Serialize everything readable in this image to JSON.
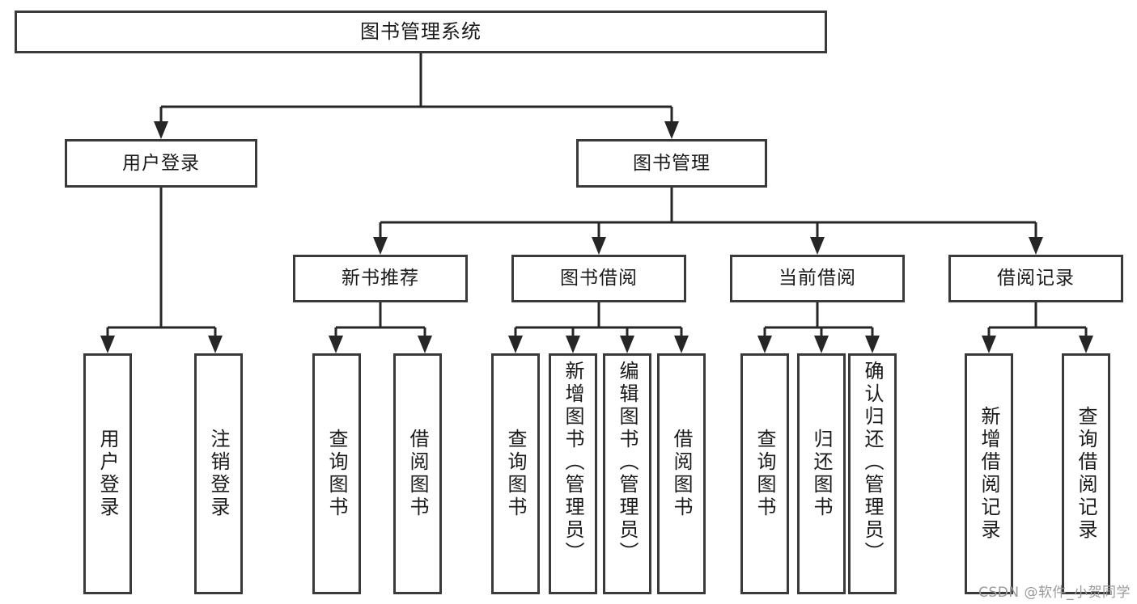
{
  "diagram": {
    "type": "tree-hierarchy",
    "title": "图书管理系统",
    "root": {
      "label": "图书管理系统"
    },
    "tier2": [
      {
        "label": "用户登录"
      },
      {
        "label": "图书管理"
      }
    ],
    "tier3": [
      {
        "label": "新书推荐"
      },
      {
        "label": "图书借阅"
      },
      {
        "label": "当前借阅"
      },
      {
        "label": "借阅记录"
      }
    ],
    "leaves": {
      "user_login": [
        {
          "label": "用户登录"
        },
        {
          "label": "注销登录"
        }
      ],
      "new_book_recommend": [
        {
          "label": "查询图书"
        },
        {
          "label": "借阅图书"
        }
      ],
      "book_borrow": [
        {
          "label": "查询图书"
        },
        {
          "label": "新增图书（管理员）"
        },
        {
          "label": "编辑图书（管理员）"
        },
        {
          "label": "借阅图书"
        }
      ],
      "current_borrow": [
        {
          "label": "查询图书"
        },
        {
          "label": "归还图书"
        },
        {
          "label": "确认归还（管理员）"
        }
      ],
      "borrow_record": [
        {
          "label": "新增借阅记录"
        },
        {
          "label": "查询借阅记录"
        }
      ]
    }
  },
  "watermark": {
    "text": "CSDN @软件_小贺同学"
  },
  "colors": {
    "border": "#3a3a3a",
    "connector": "#262626",
    "text": "#1a1a1a",
    "background": "#ffffff",
    "watermark": "#9a9a9a"
  }
}
